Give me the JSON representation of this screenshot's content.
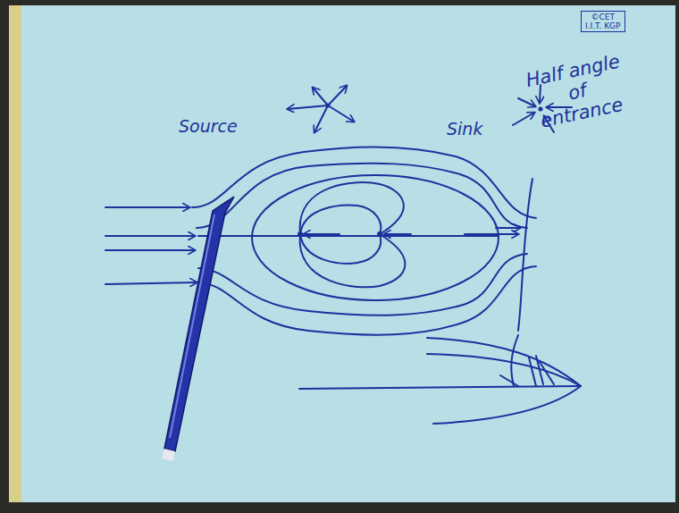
{
  "diagram": {
    "nodes": [
      {
        "text": [
          "©CET",
          "I.I.T. KGP"
        ]
      }
    ],
    "labels": [
      "Source",
      "Sink",
      "Half angle of entrance"
    ]
  }
}
